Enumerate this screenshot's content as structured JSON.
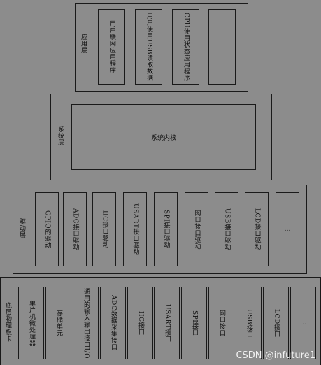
{
  "app_layer": {
    "label": "应用层",
    "items": [
      "用户联网应用程序",
      "用户使用USB读取数据",
      "CPU使用状态应用程序",
      "…"
    ]
  },
  "system_layer": {
    "label": "系统层",
    "kernel": "系统内核"
  },
  "driver_layer": {
    "label": "驱动层",
    "items": [
      "GPIO的驱动",
      "ADC接口驱动",
      "IIC接口驱动",
      "USART接口驱动",
      "SPI接口驱动",
      "网口接口驱动",
      "USB接口驱动",
      "LCD接口驱动",
      "…"
    ]
  },
  "physical_layer": {
    "label": "底层物理板卡",
    "items": [
      "单片机微处理器",
      "存储单元",
      "通用的输入输出接口I/O",
      "ADC数据采集接口",
      "IIC接口",
      "USART接口",
      "SPI接口",
      "网口接口",
      "USB接口",
      "LCD接口",
      "…"
    ]
  },
  "watermark": "CSDN @infuture1"
}
